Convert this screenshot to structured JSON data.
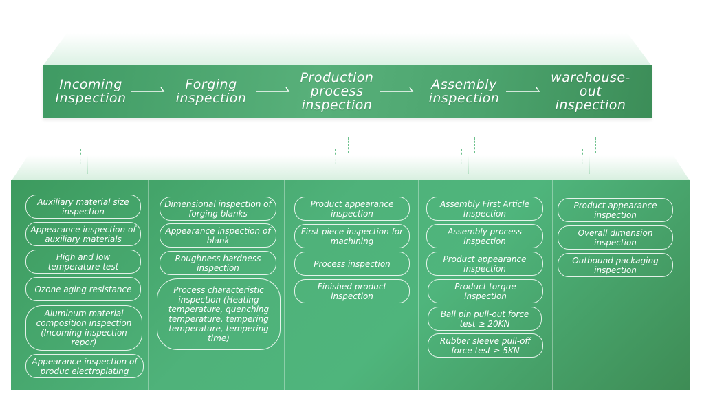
{
  "stages": [
    {
      "label": "Incoming\nInspection"
    },
    {
      "label": "Forging\ninspection"
    },
    {
      "label": "Production\nprocess\ninspection"
    },
    {
      "label": "Assembly\ninspection"
    },
    {
      "label": "warehouse-\nout\ninspection"
    }
  ],
  "columns": [
    {
      "items": [
        "Auxiliary material size inspection",
        "Appearance inspection of auxiliary materials",
        "High and low temperature test",
        "Ozone aging resistance",
        "Aluminum material composition inspection (Incoming inspection repor)",
        "Appearance inspection of produc electroplating"
      ]
    },
    {
      "items": [
        "Dimensional inspection of forging blanks",
        "Appearance inspection of blank",
        "Roughness hardness inspection",
        "Process characteristic inspection (Heating temperature, quenching temperature, tempering temperature, tempering time)"
      ]
    },
    {
      "items": [
        "Product appearance inspection",
        "First piece inspection for machining",
        "Process inspection",
        "Finished product inspection"
      ]
    },
    {
      "items": [
        "Assembly First Article Inspection",
        "Assembly process inspection",
        "Product appearance inspection",
        "Product torque inspection",
        "Ball pin pull-out force test ≥ 20KN",
        "Rubber sleeve pull-off force test ≥ 5KN"
      ]
    },
    {
      "items": [
        "Product appearance inspection",
        "Overall dimension inspection",
        "Outbound packaging inspection"
      ]
    }
  ],
  "colors": {
    "band": "#4da56f",
    "panel": "#4fb27a",
    "connector": "#6cc08c"
  }
}
